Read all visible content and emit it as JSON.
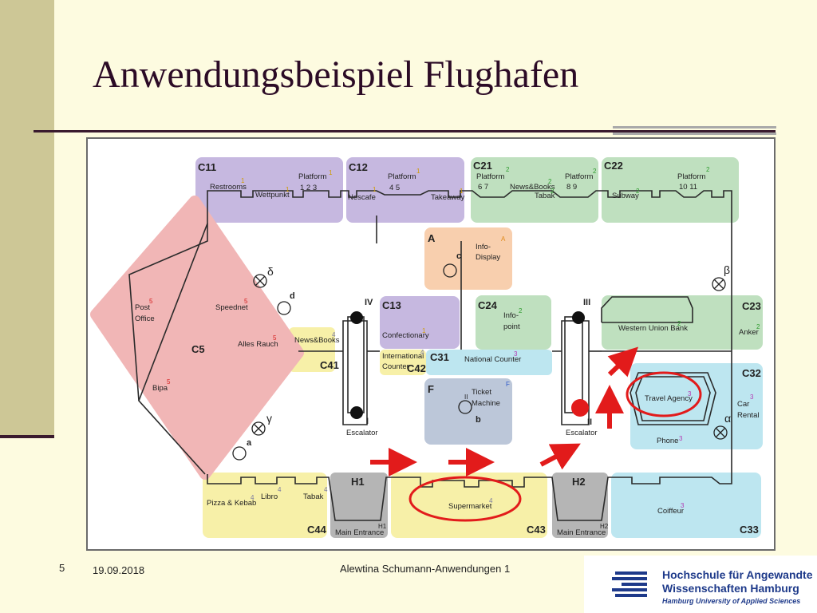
{
  "slide": {
    "title": "Anwendungsbeispiel Flughafen",
    "page_number": "5",
    "date": "19.09.2018",
    "author": "Alewtina Schumann-Anwendungen 1",
    "logo": {
      "line1": "Hochschule für Angewandte",
      "line2": "Wissenschaften Hamburg",
      "line3": "Hamburg University of Applied Sciences"
    }
  },
  "colors": {
    "purple": "#c6b8e0",
    "green": "#bfe0bf",
    "red": "#f1b6b6",
    "yellow": "#f7f0a8",
    "cyan": "#bde6f0",
    "orange": "#f8cfae",
    "grey": "#b5b5b5",
    "bluegrey": "#bcc7d9",
    "arrow": "#e21b1b",
    "brand": "#1e3a8a"
  },
  "map": {
    "zones": {
      "c11": "C11",
      "c12": "C12",
      "c21": "C21",
      "c22": "C22",
      "c5": "C5",
      "a": "A",
      "c13": "C13",
      "c24": "C24",
      "c23": "C23",
      "c41": "C41",
      "c42": "C42",
      "c31": "C31",
      "f": "F",
      "c32": "C32",
      "h1": "H1",
      "h2": "H2",
      "c44": "C44",
      "c43": "C43",
      "c33": "C33"
    },
    "shops": {
      "restrooms": "Restrooms",
      "wettpunkt": "Wettpunkt",
      "platform1": "Platform",
      "platform1_nums": "1 2 3",
      "nescafe": "Nescafe",
      "platform2": "Platform",
      "platform2_nums": "4 5",
      "takeaway": "Takeaway",
      "platform3": "Platform",
      "platform3_nums": "6 7",
      "newsbooks_top": "News&Books",
      "tabak_top": "Tabak",
      "platform4": "Platform",
      "platform4_nums": "8 9",
      "subway": "Subway",
      "platform5": "Platform",
      "platform5_nums": "10 11",
      "post": "Post",
      "office": "Office",
      "speednet": "Speednet",
      "alles_rauch": "Alles Rauch",
      "bipa": "Bipa",
      "info": "Info-",
      "display": "Display",
      "confectionary": "Confectionary",
      "international": "International",
      "counter": "Counter",
      "newsbooks_c41": "News&Books",
      "infopoint1": "Info-",
      "infopoint2": "point",
      "western_union": "Western Union Bank",
      "anker": "Anker",
      "national_counter": "National Counter",
      "ticket": "Ticket",
      "machine": "Machine",
      "travel_agency": "Travel Agency",
      "car": "Car",
      "rental": "Rental",
      "phone": "Phone",
      "pizza": "Pizza & Kebab",
      "libro": "Libro",
      "tabak_bottom": "Tabak",
      "main_entrance_h1": "Main Entrance",
      "supermarket": "Supermarket",
      "main_entrance_h2": "Main Entrance",
      "coiffeur": "Coiffeur",
      "escalator_left": "Escalator",
      "escalator_right": "Escalator"
    },
    "markers": {
      "iv": "IV",
      "i": "I",
      "iii": "III",
      "ii": "II",
      "delta": "δ",
      "gamma": "γ",
      "beta": "β",
      "alpha": "α",
      "a": "a",
      "b": "b",
      "c": "c",
      "d": "d"
    },
    "levels": {
      "one": "1",
      "two": "2",
      "three": "3",
      "four": "4",
      "five": "5",
      "a": "A",
      "f": "F",
      "h1": "H1",
      "h2": "H2",
      "ii_glyph": "II"
    }
  }
}
